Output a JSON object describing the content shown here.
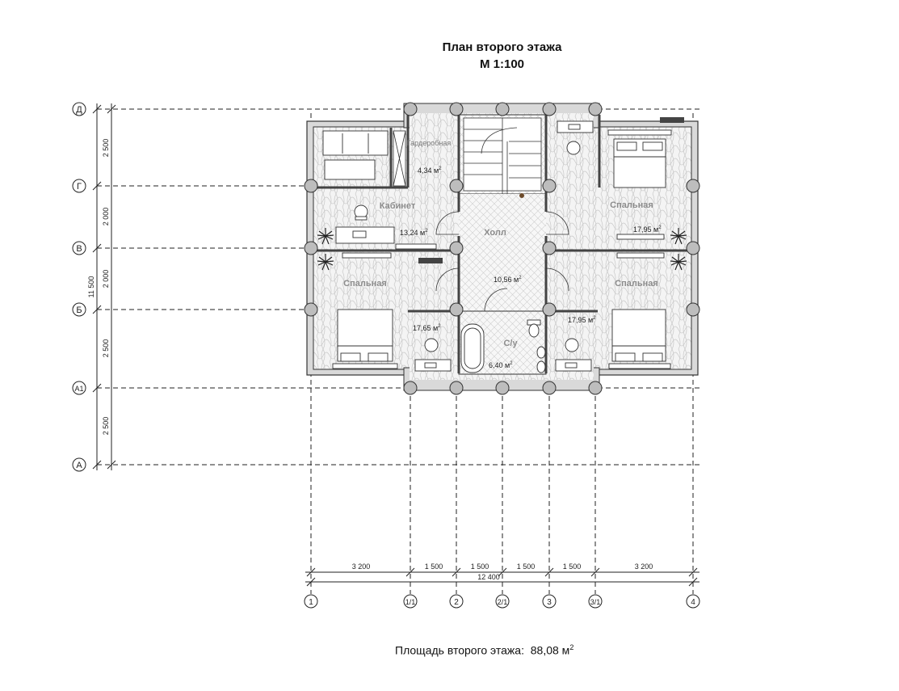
{
  "title": "План второго этажа",
  "scale": "М 1:100",
  "row_axes": [
    "Д",
    "Г",
    "В",
    "Б",
    "А1",
    "А"
  ],
  "column_axes": [
    "1",
    "1/1",
    "2",
    "2/1",
    "3",
    "3/1",
    "4"
  ],
  "vertical_dims": [
    "2 500",
    "2 000",
    "2 000",
    "2 500",
    "2 500"
  ],
  "vertical_total": "11 500",
  "horizontal_dims": [
    "3 200",
    "1 500",
    "1 500",
    "1 500",
    "1 500",
    "3 200"
  ],
  "horizontal_total": "12 400",
  "rooms": {
    "wardrobe": {
      "name": "Гардеробная",
      "area": "4,34 м"
    },
    "study": {
      "name": "Кабинет",
      "area": "13,24 м"
    },
    "hall": {
      "name": "Холл",
      "area": "10,56 м"
    },
    "bedroom_ne": {
      "name": "Спальная",
      "area": "17,95 м"
    },
    "bedroom_sw": {
      "name": "Спальная",
      "area": "17,65 м"
    },
    "bedroom_se": {
      "name": "Спальная",
      "area": "17,95 м"
    },
    "bathroom": {
      "name": "С/у",
      "area": "6,40 м"
    }
  },
  "area_sup": "2",
  "footer": {
    "label": "Площадь второго этажа:",
    "value": "88,08 м",
    "sup": "2"
  }
}
